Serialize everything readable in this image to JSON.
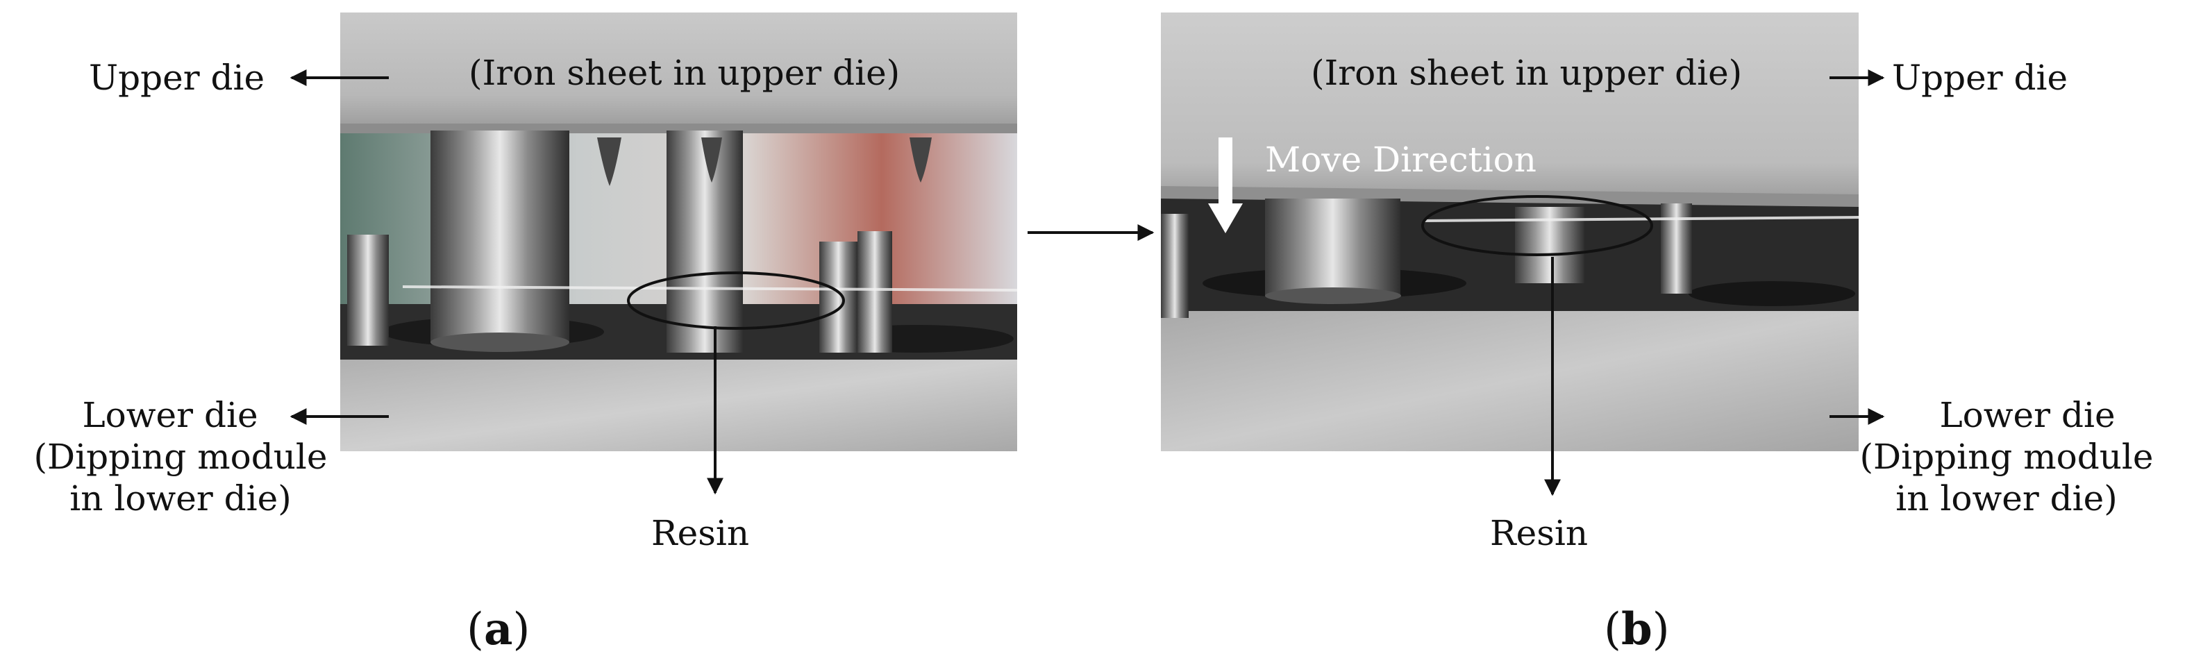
{
  "panel_a": {
    "photo_caption": "(Iron sheet in upper die)",
    "upper_label": "Upper die",
    "lower_label_lines": [
      "Lower die",
      "(Dipping module",
      "in lower die)"
    ],
    "resin_label": "Resin",
    "tag_open": "(",
    "tag_letter": "a",
    "tag_close": ")"
  },
  "panel_b": {
    "photo_caption": "(Iron sheet in upper die)",
    "upper_label": "Upper die",
    "move_label": "Move Direction",
    "lower_label_lines": [
      "Lower die",
      "(Dipping module",
      "in lower die)"
    ],
    "resin_label": "Resin",
    "tag_open": "(",
    "tag_letter": "b",
    "tag_close": ")"
  }
}
